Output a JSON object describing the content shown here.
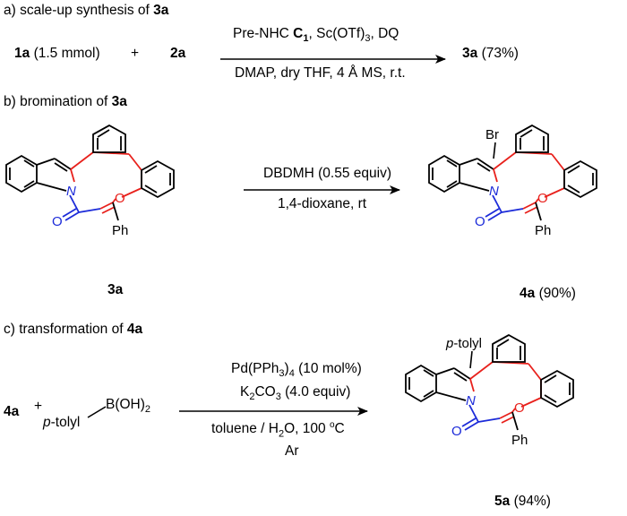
{
  "section_a": {
    "header": "a) scale-up synthesis of ",
    "header_bold": "3a",
    "reactant1": "1a",
    "reactant1_amount": "(1.5 mmol)",
    "plus": "+",
    "reactant2": "2a",
    "cond_top_pre": "Pre-NHC ",
    "cond_top_c": "C",
    "cond_top_c_sub": "1",
    "cond_top_mid": ", Sc(OTf)",
    "cond_top_sub": "3",
    "cond_top_post": ", DQ",
    "cond_bottom": "DMAP, dry THF, 4 Å MS, r.t.",
    "product": "3a",
    "product_yield": "(73%)"
  },
  "section_b": {
    "header": "b) bromination of ",
    "header_bold": "3a",
    "cond_top": "DBDMH (0.55 equiv)",
    "cond_bottom": "1,4-dioxane, rt",
    "start_label": "3a",
    "product_label": "4a",
    "product_yield": "(90%)"
  },
  "section_c": {
    "header": "c) transformation of ",
    "header_bold": "4a",
    "reactant": "4a",
    "plus": "+",
    "boronic_tolyl": "p-tolyl",
    "boronic_group": "B(OH)",
    "boronic_sub": "2",
    "cond1": "Pd(PPh",
    "cond1_sub": "3",
    "cond1_post": ")",
    "cond1_sub2": "4",
    "cond1_tail": " (10 mol%)",
    "cond2_pre": "K",
    "cond2_sub": "2",
    "cond2_mid": "CO",
    "cond2_sub2": "3",
    "cond2_tail": " (4.0 equiv)",
    "cond3_pre": "toluene / H",
    "cond3_sub": "2",
    "cond3_mid": "O, 100 ",
    "cond3_sup": "o",
    "cond3_tail": "C",
    "cond4": "Ar",
    "product_label": "5a",
    "product_yield": "(94%)"
  },
  "atoms": {
    "N": "N",
    "O": "O",
    "Ph": "Ph",
    "Br": "Br",
    "tolyl_p": "p",
    "tolyl_rest": "-tolyl"
  },
  "colors": {
    "ink": "#000000",
    "bond_red": "#e8211c",
    "bond_blue": "#1c2bd9",
    "atom_N": "#1c2bd9",
    "atom_O_ring": "#e8211c",
    "atom_O_carbonyl": "#1c2bd9"
  }
}
